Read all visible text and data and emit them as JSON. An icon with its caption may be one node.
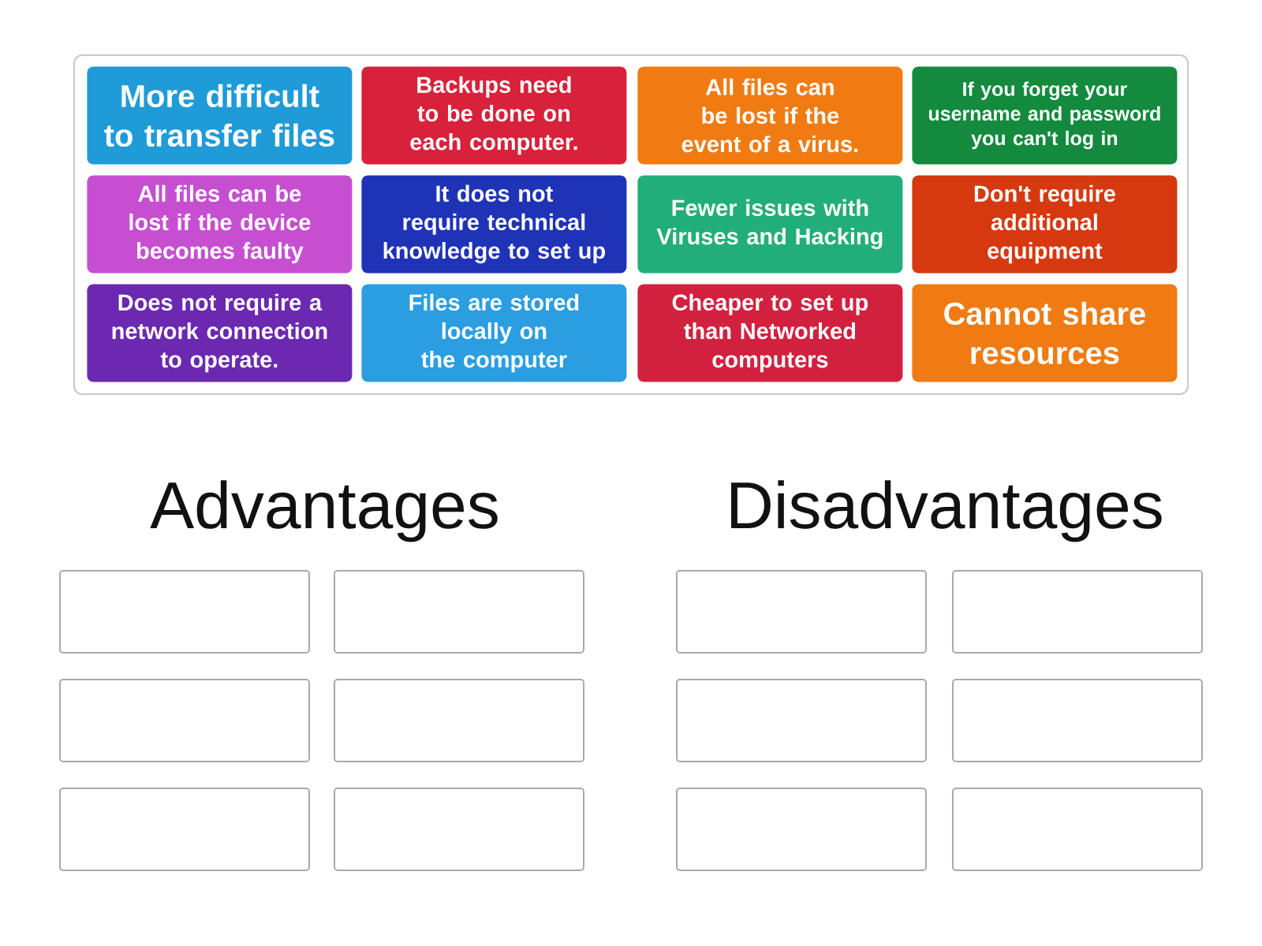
{
  "diagram": {
    "nodes": [
      {
        "text": [],
        "shape": "box"
      },
      {
        "text": [
          "More difficult to transfer files"
        ],
        "in": 0
      },
      {
        "text": [
          "Backups need to be done on each computer."
        ],
        "in": 0
      },
      {
        "text": [
          "All files can be lost if the event of a virus."
        ],
        "in": 0
      },
      {
        "text": [
          "If you forget your username and password you can't log in"
        ],
        "in": 0
      },
      {
        "text": [
          "All files can be lost if the device becomes faulty"
        ],
        "in": 0
      },
      {
        "text": [
          "It does not require technical knowledge to set up"
        ],
        "in": 0
      },
      {
        "text": [
          "Fewer issues with Viruses and Hacking"
        ],
        "in": 0
      },
      {
        "text": [
          "Don't require additional equipment"
        ],
        "in": 0
      },
      {
        "text": [
          "Does not require a network connection to operate."
        ],
        "in": 0
      },
      {
        "text": [
          "Files are stored locally on the computer"
        ],
        "in": 0
      },
      {
        "text": [
          "Cheaper to set up than Networked computers"
        ],
        "in": 0
      },
      {
        "text": [
          "Cannot share resources"
        ],
        "in": 0
      },
      {
        "text": [],
        "shape": "box"
      },
      {
        "text": [],
        "shape": "box"
      },
      {
        "text": [],
        "shape": "box"
      },
      {
        "text": [],
        "shape": "box"
      },
      {
        "text": [],
        "shape": "box"
      },
      {
        "text": [],
        "shape": "box"
      },
      {
        "text": [],
        "shape": "box"
      },
      {
        "text": [],
        "shape": "box"
      },
      {
        "text": [],
        "shape": "box"
      },
      {
        "text": [],
        "shape": "box"
      },
      {
        "text": [],
        "shape": "box"
      },
      {
        "text": [],
        "shape": "box"
      }
    ],
    "labels": [
      "Advantages",
      "Disadvantages"
    ]
  }
}
